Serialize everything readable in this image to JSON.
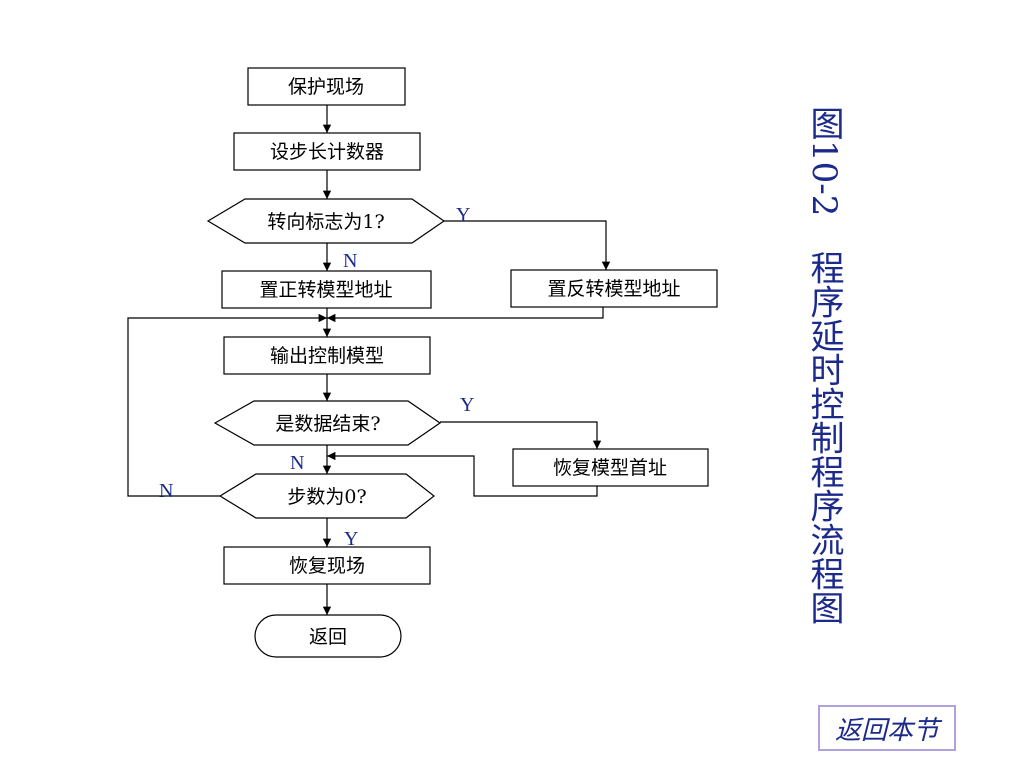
{
  "diagram": {
    "nodes": {
      "save_context": "保护现场",
      "set_step_counter": "设步长计数器",
      "direction_flag": "转向标志为1?",
      "set_forward_addr": "置正转模型地址",
      "set_reverse_addr": "置反转模型地址",
      "output_model": "输出控制模型",
      "data_end": "是数据结束?",
      "restore_model_addr": "恢复模型首址",
      "step_zero": "步数为0?",
      "restore_context": "恢复现场",
      "return": "返回"
    },
    "edge_labels": {
      "direction_yes": "Y",
      "direction_no": "N",
      "data_end_yes": "Y",
      "data_end_no": "N",
      "step_zero_no": "N",
      "step_zero_yes": "Y"
    }
  },
  "caption": {
    "prefix": "图",
    "number": "10-2",
    "title": "程序延时控制程序流程图"
  },
  "back_button": {
    "label": "返回本节"
  }
}
